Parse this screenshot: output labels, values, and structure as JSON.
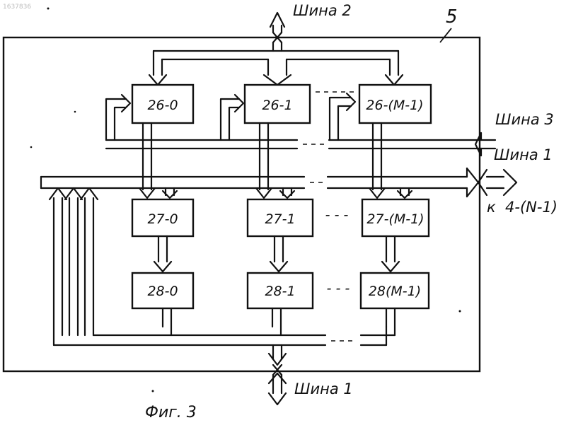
{
  "watermark": "1637836",
  "module_number": "5",
  "figure_caption": "Фиг. 3",
  "buses": {
    "top": "Шина 2",
    "right_upper": "Шина 3",
    "right_lower": "Шина 1",
    "bottom": "Шина 1",
    "right_note_prefix": "к",
    "right_note": "4-(N-1)"
  },
  "blocks": {
    "row26": [
      "26-0",
      "26-1",
      "26-(M-1)"
    ],
    "row27": [
      "27-0",
      "27-1",
      "27-(M-1)"
    ],
    "row28": [
      "28-0",
      "28-1",
      "28(M-1)"
    ]
  },
  "ellipsis": "- - -"
}
